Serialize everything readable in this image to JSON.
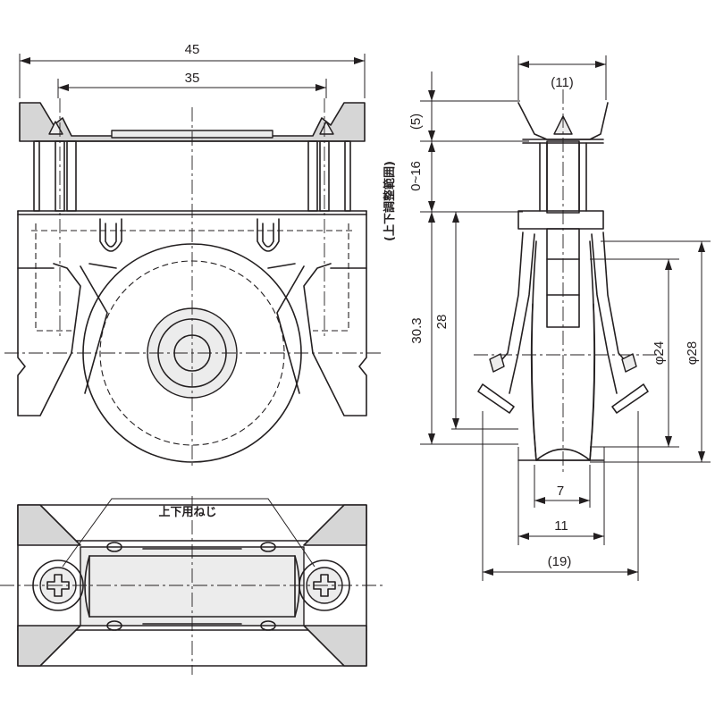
{
  "drawing": {
    "dimensions": {
      "width_45": "45",
      "width_35": "35",
      "top_11": "(11)",
      "top_5": "(5)",
      "adjust_range": "0~16",
      "adjust_note": "(上下調整範囲)",
      "height_30_3": "30.3",
      "height_28": "28",
      "dia_24": "φ24",
      "dia_28": "φ28",
      "groove_7": "7",
      "wheel_11": "11",
      "bracket_19": "(19)"
    },
    "labels": {
      "screw": "上下用ねじ"
    }
  }
}
